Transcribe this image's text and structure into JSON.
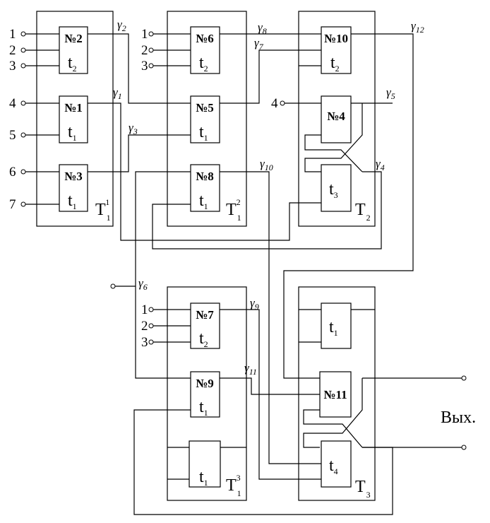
{
  "blocks": {
    "b2": {
      "num": "№2",
      "t": "t",
      "ts": "2"
    },
    "b1": {
      "num": "№1",
      "t": "t",
      "ts": "1"
    },
    "b3": {
      "num": "№3",
      "t": "t",
      "ts": "1"
    },
    "b6": {
      "num": "№6",
      "t": "t",
      "ts": "2"
    },
    "b5": {
      "num": "№5",
      "t": "t",
      "ts": "1"
    },
    "b8": {
      "num": "№8",
      "t": "t",
      "ts": "1"
    },
    "b10": {
      "num": "№10",
      "t": "t",
      "ts": "2"
    },
    "b4": {
      "num": "№4"
    },
    "bt3": {
      "t": "t",
      "ts": "3"
    },
    "b7": {
      "num": "№7",
      "t": "t",
      "ts": "2"
    },
    "b9": {
      "num": "№9",
      "t": "t",
      "ts": "1"
    },
    "bt1b": {
      "t": "t",
      "ts": "1"
    },
    "bt1c": {
      "t": "t",
      "ts": "1"
    },
    "b11": {
      "num": "№11"
    },
    "bt4": {
      "t": "t",
      "ts": "4"
    }
  },
  "frames": {
    "f1": {
      "t": "T",
      "sub": "1",
      "sup": "1"
    },
    "f2": {
      "t": "T",
      "sub": "1",
      "sup": "2"
    },
    "f3": {
      "t": "T",
      "sub": "2"
    },
    "f4": {
      "t": "T",
      "sub": "1",
      "sup": "3"
    },
    "f5": {
      "t": "T",
      "sub": "3"
    }
  },
  "inputs": {
    "g1": [
      "1",
      "2",
      "3",
      "4",
      "5",
      "6",
      "7"
    ],
    "g2": [
      "1",
      "2",
      "3"
    ],
    "g3": [
      "4"
    ],
    "g4": [
      "1",
      "2",
      "3"
    ]
  },
  "gammas": {
    "g": "γ",
    "s1": "1",
    "s2": "2",
    "s3": "3",
    "s4": "4",
    "s5": "5",
    "s6": "6",
    "s7": "7",
    "s8": "8",
    "s9": "9",
    "s10": "10",
    "s11": "11",
    "s12": "12"
  },
  "output_label": "Вых."
}
